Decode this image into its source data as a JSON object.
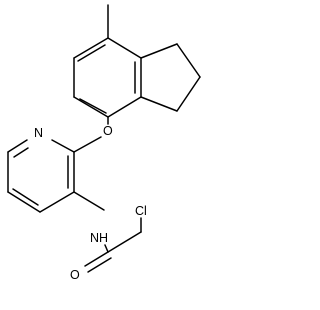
{
  "molecule": {
    "atoms": {
      "n_pyridine": "N",
      "o_ether": "O",
      "nh_amide": "NH",
      "o_carbonyl": "O",
      "cl": "Cl"
    },
    "colors": {
      "bond": "#000000",
      "label": "#000000",
      "background": "#ffffff"
    }
  }
}
